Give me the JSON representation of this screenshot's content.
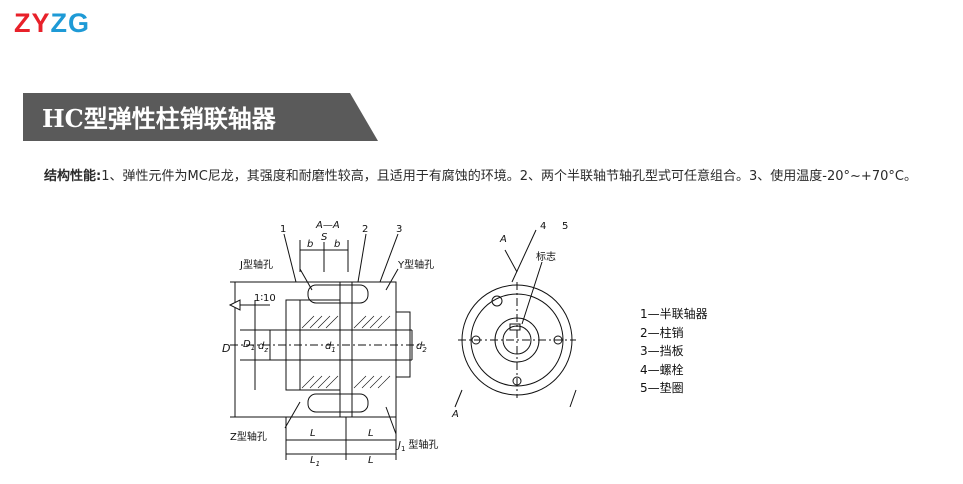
{
  "logo": {
    "part1": "ZY",
    "part2": "ZG"
  },
  "title": "HC型弹性柱销联轴器",
  "description": {
    "lead": "结构性能:",
    "text": "1、弹性元件为MC尼龙，其强度和耐磨性较高，且适用于有腐蚀的环境。2、两个半联轴节轴孔型式可任意组合。3、使用温度-20°~+70°C。"
  },
  "drawing": {
    "section_label": "A—A",
    "j_bore": "J型轴孔",
    "y_bore": "Y型轴孔",
    "z_bore": "Z型轴孔",
    "j1_bore": "型轴孔",
    "j1_prefix": "J",
    "j1_sub": "1",
    "taper": "1∶10",
    "mark": "标志",
    "num1": "1",
    "num2": "2",
    "num3": "3",
    "num4": "4",
    "num5": "5",
    "dim_b": "b",
    "dim_s": "S",
    "dim_D": "D",
    "dim_D1": "D",
    "dim_D1_sub": "1",
    "dim_dz": "d",
    "dim_dz_sub": "z",
    "dim_d1": "d",
    "dim_d1_sub": "1",
    "dim_d2": "d",
    "dim_d2_sub": "2",
    "dim_L": "L",
    "dim_L1": "L",
    "dim_L1_sub": "1",
    "arrow_a_top": "A",
    "arrow_a_bottom": "A"
  },
  "legend": [
    "1—半联轴器",
    "2—柱销",
    "3—挡板",
    "4—螺栓",
    "5—垫圈"
  ],
  "colors": {
    "brand_red": "#e8212a",
    "brand_blue": "#1e9ad6",
    "title_bg": "#5a5a5a"
  }
}
